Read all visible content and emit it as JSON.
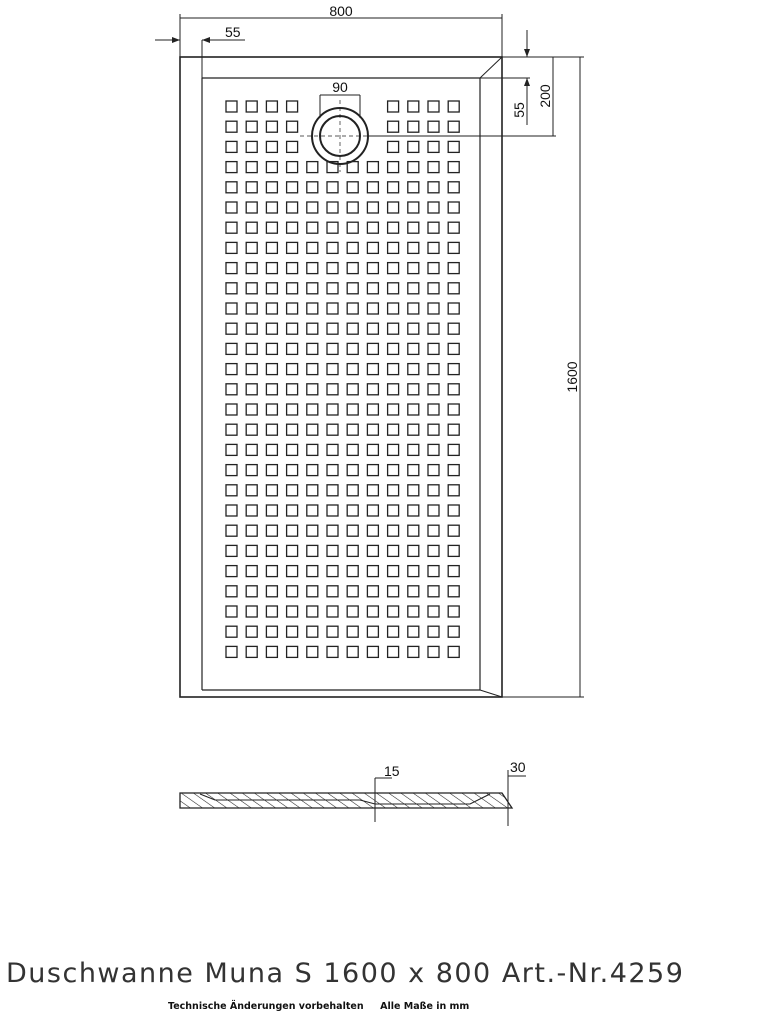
{
  "drawing": {
    "dimensions": {
      "width": "800",
      "length": "1600",
      "rim_left": "55",
      "rim_top": "55",
      "drain_offset": "200",
      "drain_diameter": "90",
      "depth": "15",
      "height": "30"
    },
    "pattern": {
      "rows": 28,
      "columns": 12,
      "drain_gap_columns": [
        4,
        5,
        6,
        7
      ],
      "drain_gap_rows": 3
    }
  },
  "title": {
    "main": "Duschwanne Muna S 1600 x 800 Art.-Nr.4259",
    "note": "Technische Änderungen vorbehalten",
    "units": "Alle Maße in mm"
  },
  "colors": {
    "line": "#222222",
    "text": "#333333"
  }
}
